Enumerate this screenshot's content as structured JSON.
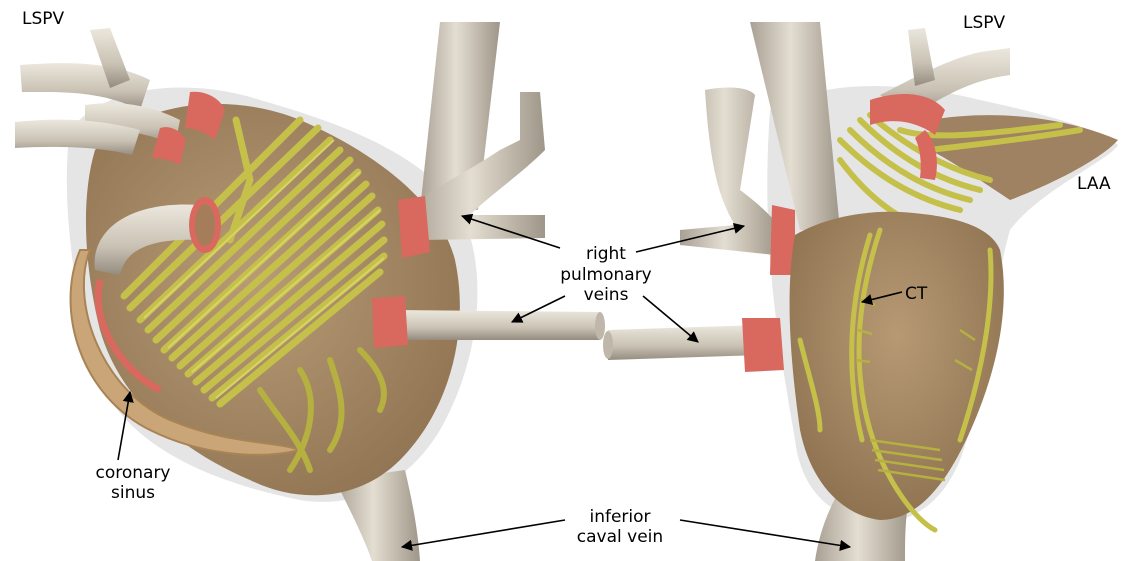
{
  "figure": {
    "labels": {
      "lspv_left": "LSPV",
      "lspv_right": "LSPV",
      "laa": "LAA",
      "ct": "CT",
      "rpv_line1": "right",
      "rpv_line2": "pulmonary",
      "rpv_line3": "veins",
      "cs_line1": "coronary",
      "cs_line2": "sinus",
      "icv_line1": "inferior",
      "icv_line2": "caval vein"
    },
    "colors": {
      "atrium": "#a98b66",
      "atrium_shadow": "#c9c9c9",
      "vessel": "#d2cbbd",
      "vessel_dark": "#a8a093",
      "fiber": "#c4c04a",
      "fiber_light": "#dcd86e",
      "ring": "#d9685f",
      "sinus": "#c9a577",
      "arrow": "#000000"
    }
  }
}
